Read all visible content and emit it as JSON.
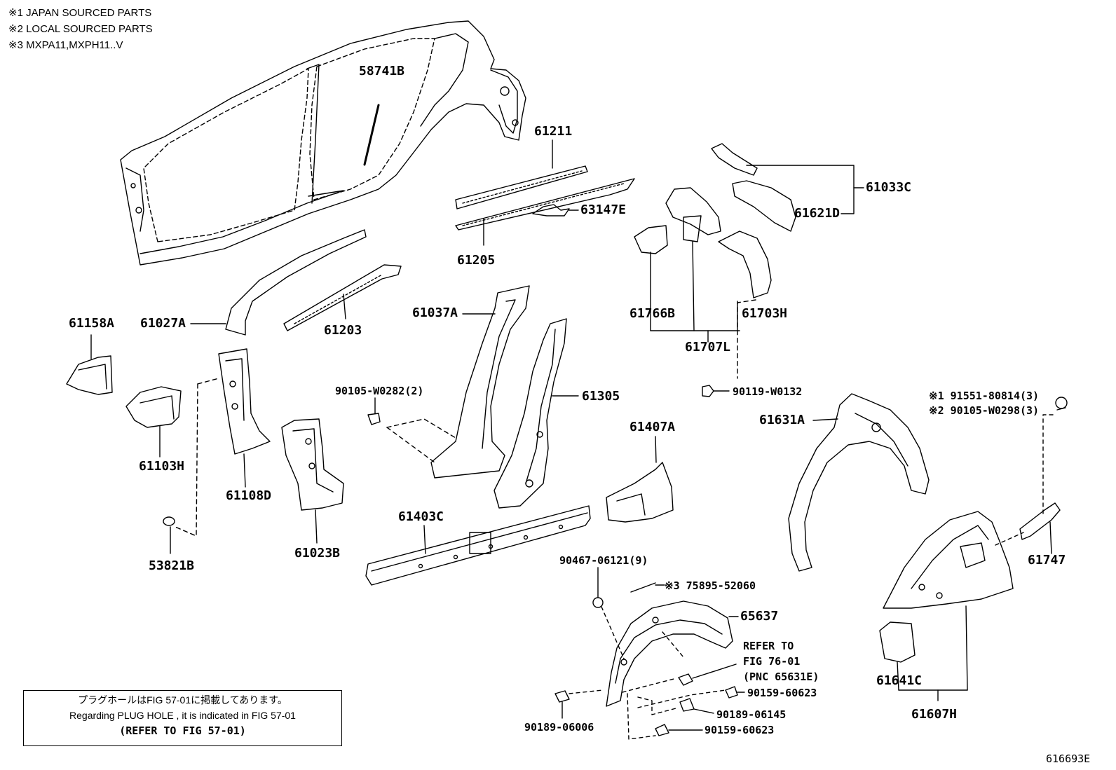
{
  "notes": [
    "※1 JAPAN SOURCED PARTS",
    "※2 LOCAL SOURCED PARTS",
    "※3 MXPA11,MXPH11..V"
  ],
  "labels": {
    "p58741B": "58741B",
    "p61211": "61211",
    "p63147E": "63147E",
    "p61205": "61205",
    "p61033C": "61033C",
    "p61621D": "61621D",
    "p61766B": "61766B",
    "p61703H": "61703H",
    "p61707L": "61707L",
    "p61158A": "61158A",
    "p61027A": "61027A",
    "p61203": "61203",
    "p61037A": "61037A",
    "p90105_W0282": "90105-W0282(2)",
    "p61305": "61305",
    "p90119_W0132": "90119-W0132",
    "p91551_80814": "※1 91551-80814(3)",
    "p90105_W0298": "※2 90105-W0298(3)",
    "p61631A": "61631A",
    "p61103H": "61103H",
    "p61108D": "61108D",
    "p61023B": "61023B",
    "p61403C": "61403C",
    "p61407A": "61407A",
    "p53821B": "53821B",
    "p90467_06121": "90467-06121(9)",
    "p75895_52060": "※3 75895-52060",
    "p65637": "65637",
    "refer1": "REFER TO",
    "refer2": "FIG 76-01",
    "refer3": "(PNC 65631E)",
    "p61747": "61747",
    "p90159_60623a": "90159-60623",
    "p90189_06145": "90189-06145",
    "p90159_60623b": "90159-60623",
    "p90189_06006": "90189-06006",
    "p61641C": "61641C",
    "p61607H": "61607H"
  },
  "legend": {
    "line1": "プラグホールはFIG 57-01に掲載してあります。",
    "line2": "Regarding PLUG HOLE , it is indicated in FIG 57-01",
    "line3": "(REFER TO FIG 57-01)"
  },
  "figure_id": "616693E"
}
